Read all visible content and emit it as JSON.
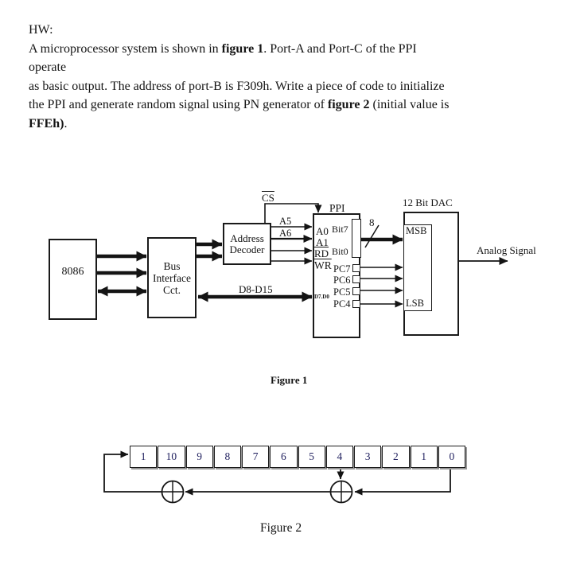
{
  "colors": {
    "ink": "#141414",
    "register_digit": "#1f1f5e",
    "background": "#ffffff"
  },
  "problem": {
    "line1": "HW:",
    "line2a": "A microprocessor system is shown in ",
    "line2b": "figure 1",
    "line2c": ". Port-A and Port-C of the PPI",
    "line3": "operate",
    "line4": "as basic output. The address of port-B is F309h. Write a piece of code to initialize",
    "line5a": "the PPI and generate random signal using PN generator of ",
    "line5b": "figure 2",
    "line5c": " (initial value is",
    "line6a": "FFEh)",
    "line6b": "."
  },
  "figure1": {
    "caption": "Figure 1",
    "cpu": "8086",
    "bus_line1": "Bus",
    "bus_line2": "Interface",
    "bus_line3": "Cct.",
    "addr_line1": "Address",
    "addr_line2": "Decoder",
    "ppi": "PPI",
    "cs": "CS",
    "a5": "A5",
    "a6": "A6",
    "d8d15": "D8-D15",
    "a0": "A0",
    "a1": "A1",
    "rd": "RD",
    "wr": "WR",
    "d7d0": "D7.D0",
    "bit7": "Bit7",
    "bit0": "Bit0",
    "pc7": "PC7",
    "pc6": "PC6",
    "pc5": "PC5",
    "pc4": "PC4",
    "bus_width": "8",
    "dac_title": "12 Bit DAC",
    "msb": "MSB",
    "lsb": "LSB",
    "analog": "Analog Signal"
  },
  "figure2": {
    "caption": "Figure 2",
    "cells": [
      "1",
      "10",
      "9",
      "8",
      "7",
      "6",
      "5",
      "4",
      "3",
      "2",
      "1",
      "0"
    ]
  }
}
